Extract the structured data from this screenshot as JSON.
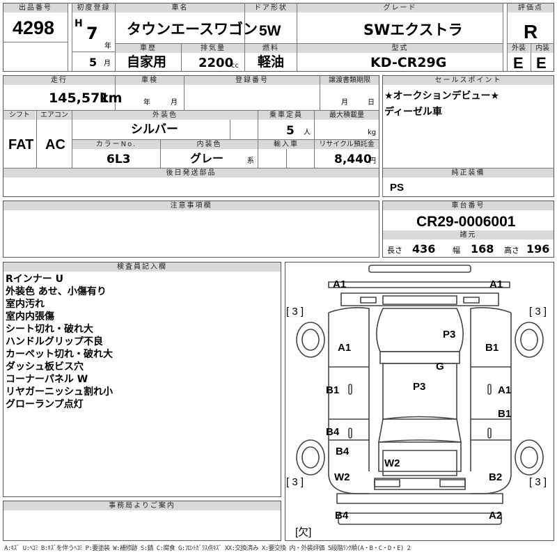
{
  "header": {
    "lot_number_label": "出品番号",
    "lot_number": "4298",
    "first_reg_label": "初度登録",
    "era": "H",
    "year": "7",
    "year_unit": "年",
    "month": "5",
    "month_unit": "月",
    "car_name_label": "車名",
    "car_name": "タウンエースワゴン",
    "door_label": "ドア形状",
    "door": "5W",
    "grade_label": "グレード",
    "grade": "SWエクストラ",
    "score_label": "評価点",
    "score": "R",
    "history_label": "車歴",
    "history": "自家用",
    "displacement_label": "排気量",
    "displacement": "2200",
    "displacement_unit": "cc",
    "fuel_label": "燃料",
    "fuel": "軽油",
    "model_label": "型式",
    "model": "KD-CR29G",
    "exterior_label": "外装",
    "exterior_grade": "E",
    "interior_label": "内装",
    "interior_grade": "E"
  },
  "details": {
    "mileage_label": "走行",
    "mileage": "145,571",
    "mileage_unit": "km",
    "inspection_label": "車検",
    "inspection_year_unit": "年",
    "inspection_month_unit": "月",
    "reg_number_label": "登録番号",
    "transfer_label": "譲渡書類期限",
    "transfer_month_unit": "月",
    "transfer_day_unit": "日",
    "shift_label": "シフト",
    "shift": "FAT",
    "ac_label": "エアコン",
    "ac": "AC",
    "ext_color_label": "外装色",
    "ext_color": "シルバー",
    "capacity_label": "乗車定員",
    "capacity": "5",
    "capacity_unit": "人",
    "load_label": "最大積載量",
    "load_unit": "kg",
    "color_no_label": "カラーNo.",
    "color_no": "6L3",
    "int_color_label": "内装色",
    "int_color": "グレー",
    "int_color_unit": "系",
    "import_label": "輸入車",
    "recycle_label": "リサイクル預託金",
    "recycle": "8,440",
    "recycle_unit": "円",
    "later_parts_label": "後日発送部品"
  },
  "sales_point": {
    "label": "セールスポイント",
    "lines": [
      "★オークションデビュー★",
      "ディーゼル車"
    ]
  },
  "equipment": {
    "label": "純正装備",
    "value": "PS"
  },
  "caution": {
    "label": "注意事項欄"
  },
  "chassis": {
    "label": "車台番号",
    "number": "CR29-0006001",
    "specs_label": "諸元",
    "length_label": "長さ",
    "length": "436",
    "width_label": "幅",
    "width": "168",
    "height_label": "高さ",
    "height": "196"
  },
  "inspector": {
    "label": "検査員記入欄",
    "notes": [
      "Rインナー U",
      "外装色 あせ、小傷有り",
      "室内汚れ",
      "室内内張傷",
      "シート切れ・破れ大",
      "ハンドルグリップ不良",
      "カーペット切れ・破れ大",
      "ダッシュ板ビス穴",
      "コーナーパネル W",
      "リヤガーニッシュ割れ小",
      "グローランプ点灯"
    ]
  },
  "office": {
    "label": "事務局よりご案内"
  },
  "diagram": {
    "labels": {
      "a1_front_left": "A1",
      "a1_front_right": "A1",
      "tire_fl": "[ 3 ]",
      "tire_fr": "[ 3 ]",
      "tire_rl": "[ 3 ]",
      "tire_rr": "[ 3 ]",
      "p3_hood": "P3",
      "a1_left_fender": "A1",
      "b1_right_fender": "B1",
      "g_glass": "G",
      "b1_left_door": "B1",
      "p3_roof": "P3",
      "a1_right_door": "A1",
      "b1_right_door2": "B1",
      "b4_left_rear": "B4",
      "b4_left_quarter": "B4",
      "w2_rear_glass": "W2",
      "w2_left_rear": "W2",
      "b2_right_rear": "B2",
      "b4_bumper": "B4",
      "a2_bumper": "A2",
      "missing": "[欠]"
    }
  },
  "legend": "A:ｷｽﾞ U:ﾍｺﾐ B:ｷｽﾞを伴うﾍｺﾐ P:要塗装 W:補修跡 S:錆 C:腐食 G:ﾌﾛﾝﾄｶﾞﾗｽ点ｷｽﾞ XX:交換済み X:要交換 内・外装評価 5段階ﾗﾝｸ順(A・B・C・D・E) 2"
}
